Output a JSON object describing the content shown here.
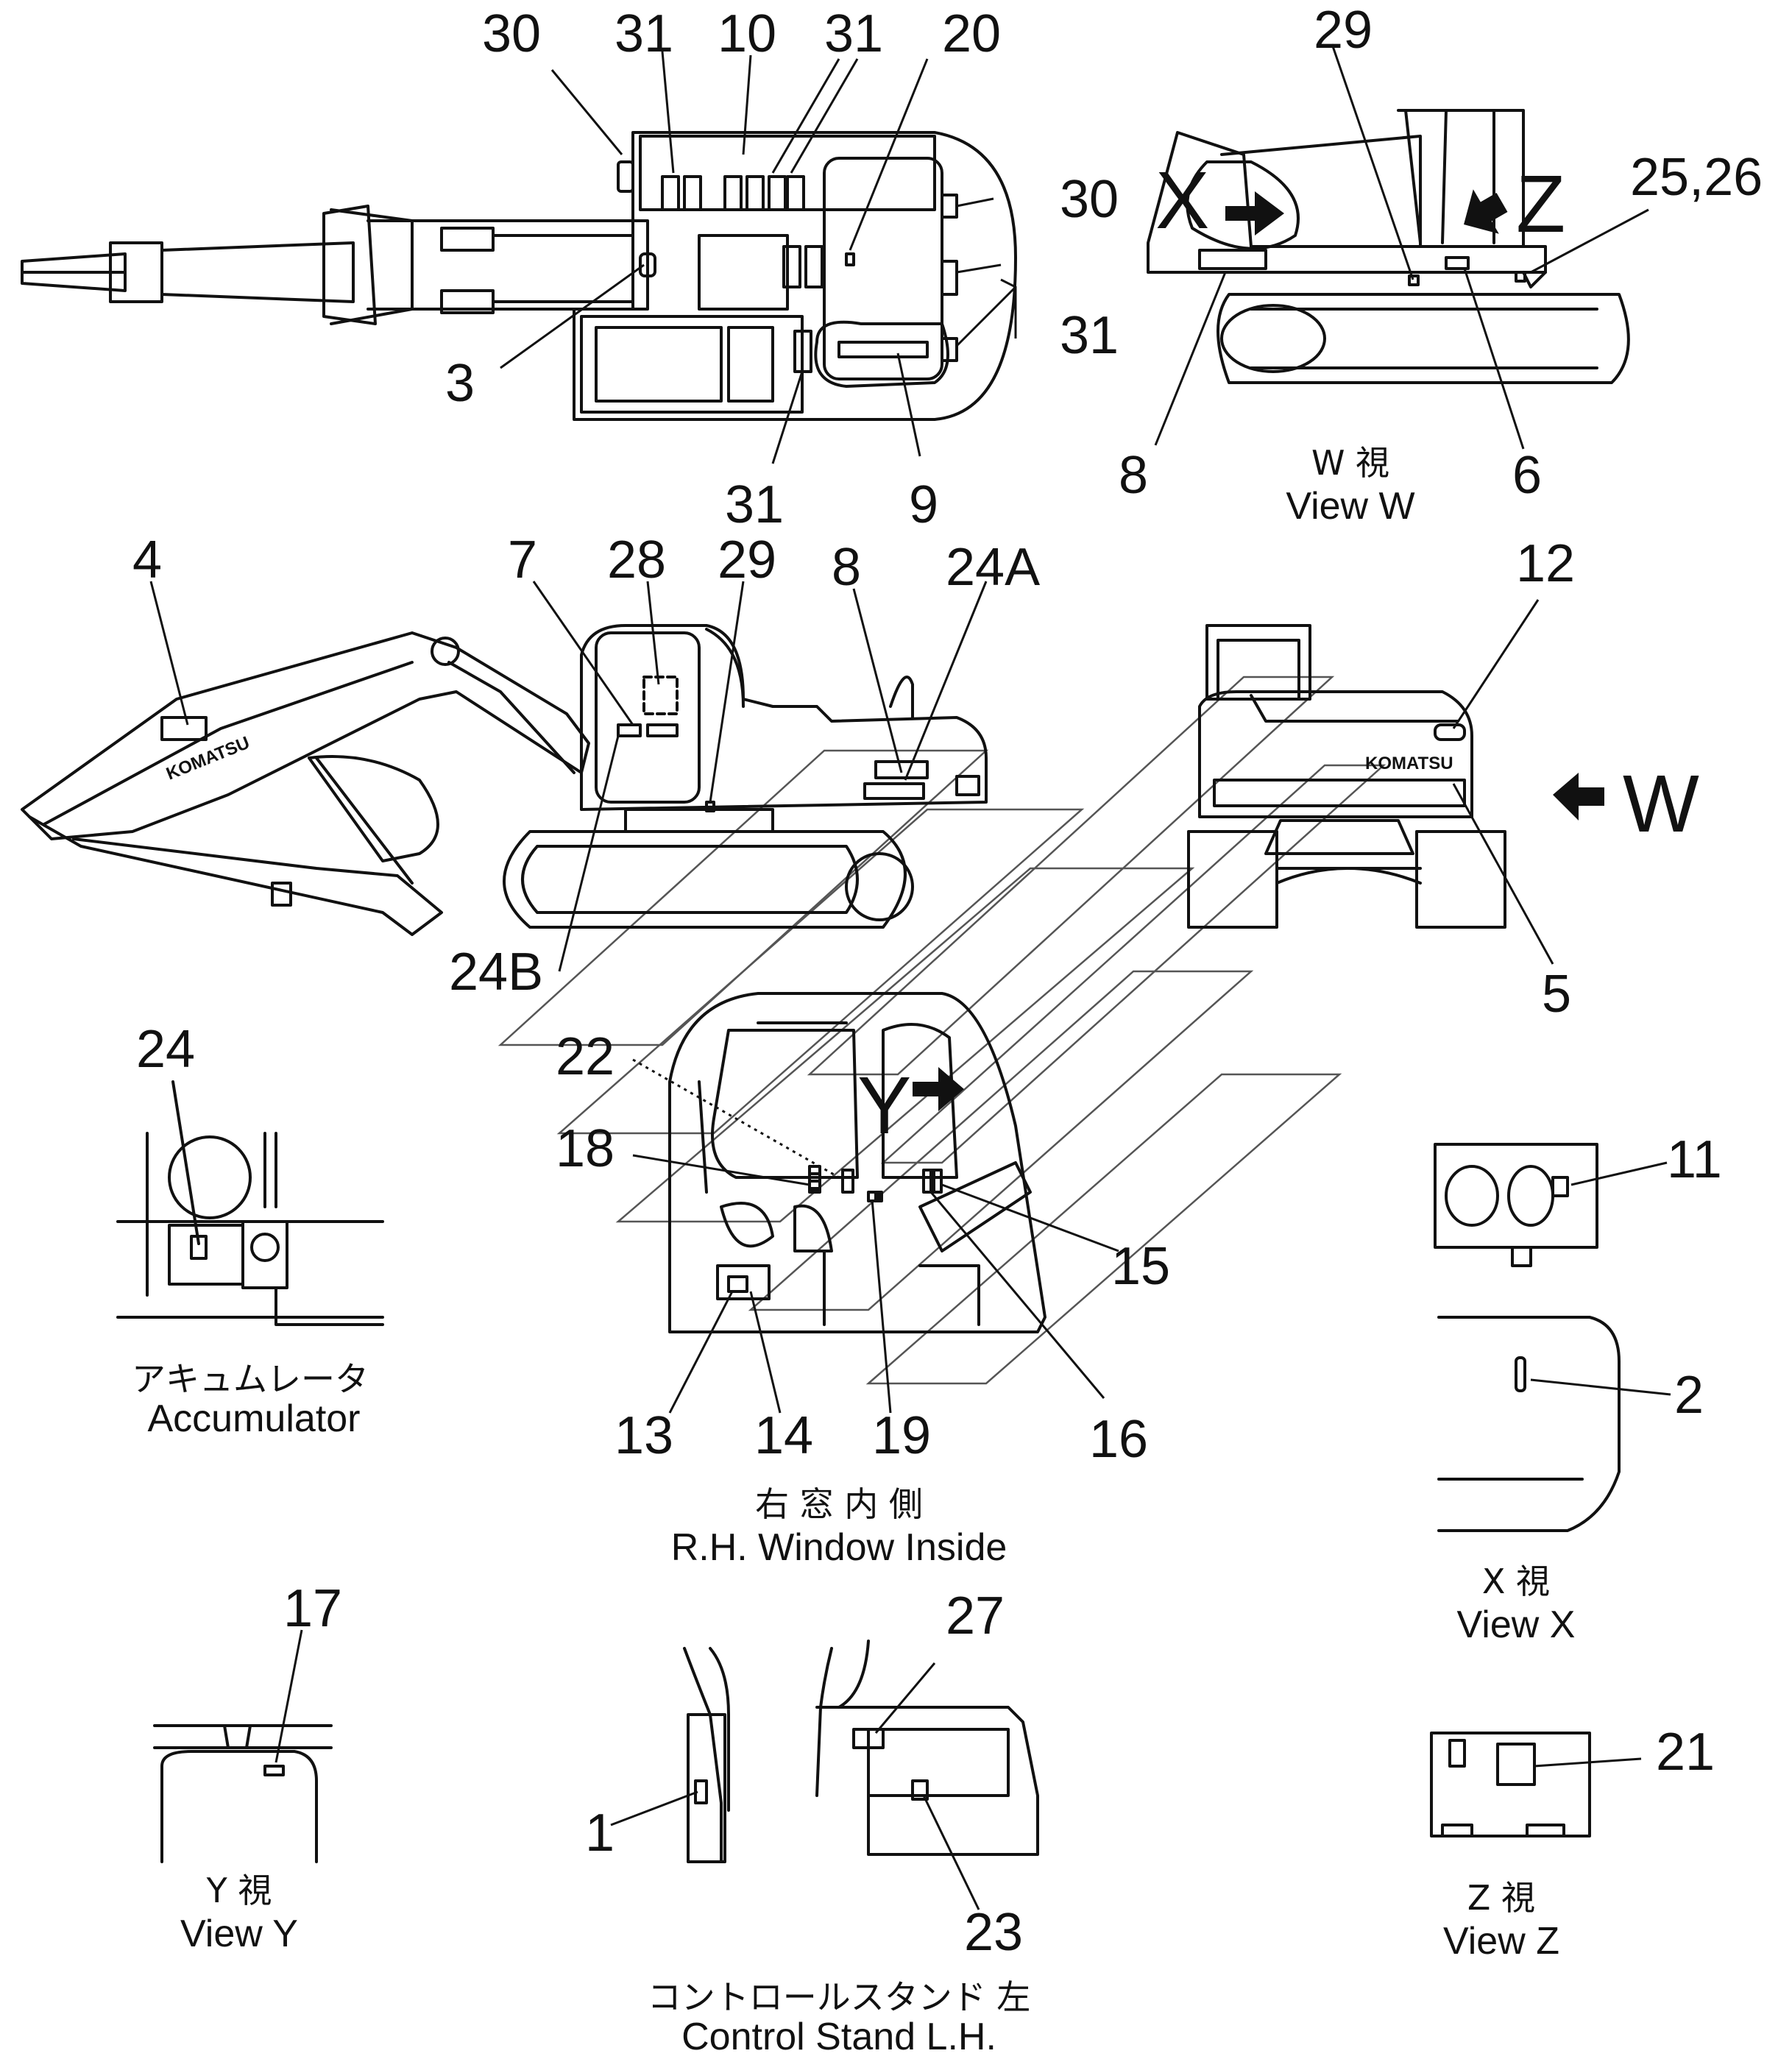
{
  "callouts": {
    "c1": "1",
    "c2": "2",
    "c3": "3",
    "c4": "4",
    "c5": "5",
    "c6": "6",
    "c7": "7",
    "c8a": "8",
    "c8b": "8",
    "c9": "9",
    "c10": "10",
    "c11": "11",
    "c12": "12",
    "c13": "13",
    "c14": "14",
    "c15": "15",
    "c16": "16",
    "c17": "17",
    "c18": "18",
    "c19": "19",
    "c20": "20",
    "c21": "21",
    "c22": "22",
    "c23": "23",
    "c24": "24",
    "c24a": "24A",
    "c24b": "24B",
    "c2526": "25,26",
    "c27": "27",
    "c28": "28",
    "c29a": "29",
    "c29b": "29",
    "c30a": "30",
    "c30b": "30",
    "c31a": "31",
    "c31b": "31",
    "c31c": "31",
    "c31d": "31"
  },
  "view_markers": {
    "x": "X",
    "z": "Z",
    "w": "W",
    "y": "Y"
  },
  "captions": {
    "view_w_jp": "W 視",
    "view_w_en": "View W",
    "rh_window_jp": "右 窓 内 側",
    "rh_window_en": "R.H. Window Inside",
    "accumulator_jp": "アキュムレータ",
    "accumulator_en": "Accumulator",
    "view_x_jp": "X 視",
    "view_x_en": "View X",
    "view_y_jp": "Y 視",
    "view_y_en": "View Y",
    "view_z_jp": "Z 視",
    "view_z_en": "View Z",
    "control_stand_jp": "コントロールスタンド 左",
    "control_stand_en": "Control Stand L.H."
  },
  "brand": {
    "komatsu_boom": "KOMATSU",
    "komatsu_rear": "KOMATSU"
  }
}
